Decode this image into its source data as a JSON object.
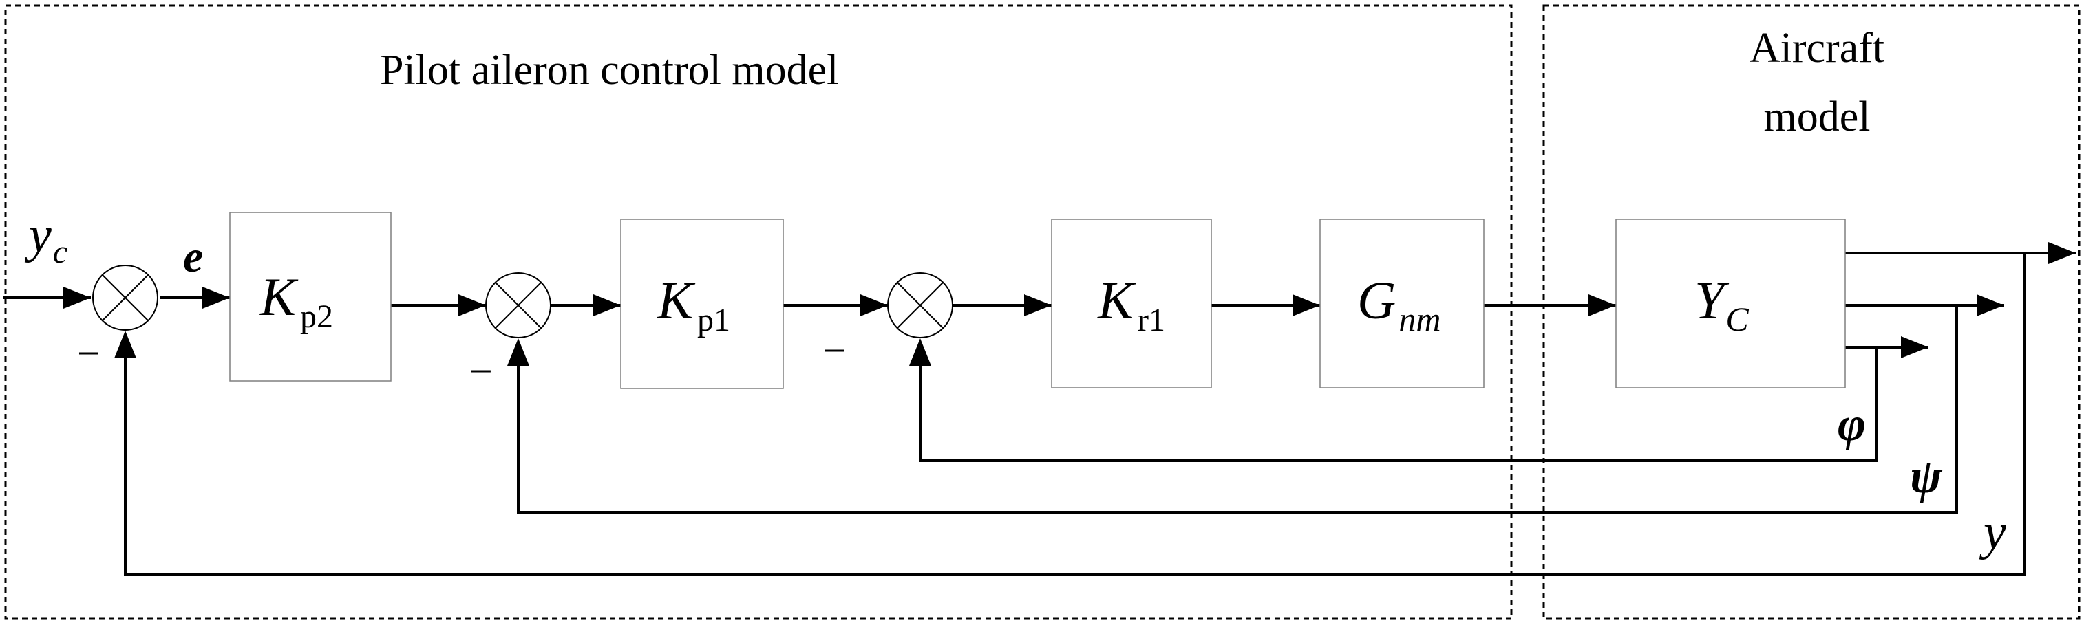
{
  "regions": {
    "pilot_title": "Pilot aileron control model",
    "aircraft_title_line1": "Aircraft",
    "aircraft_title_line2": "model"
  },
  "blocks": {
    "kp2": {
      "main": "K",
      "sub": "p2"
    },
    "kp1": {
      "main": "K",
      "sub": "p1"
    },
    "kr1": {
      "main": "K",
      "sub": "r1"
    },
    "gnm": {
      "main": "G",
      "sub": "nm"
    },
    "yc_plant": {
      "main": "Y",
      "sub": "C"
    }
  },
  "signals": {
    "input_main": "y",
    "input_sub": "c",
    "error": "e",
    "phi": "φ",
    "psi": "ψ",
    "y_out": "y"
  },
  "signs": {
    "sum1": "−",
    "sum2": "−",
    "sum3": "−"
  }
}
